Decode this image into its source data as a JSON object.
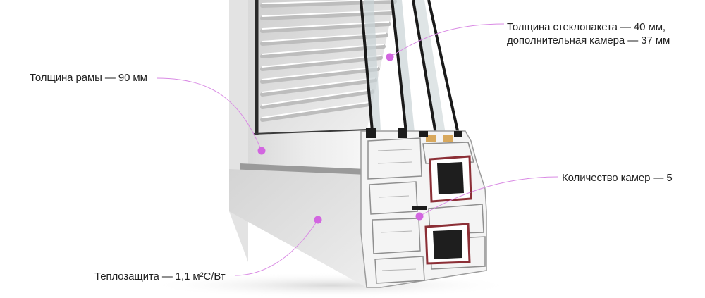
{
  "callouts": {
    "frame_thickness": "Толщина рамы — 90 мм",
    "glazing_line1": "Толщина стеклопакета — 40 мм,",
    "glazing_line2": "дополнительная камера — 37 мм",
    "chambers": "Количество камер — 5",
    "thermal": "Теплозащита — 1,1 м²С/Вт"
  },
  "colors": {
    "accent_dot": "#d266e0",
    "leader_line": "#d98ae4",
    "text": "#222222",
    "profile_white": "#f2f2f2",
    "gasket": "#1c1c1c",
    "steel_reinforcement": "#8c2f36",
    "spacer": "#d8a85c"
  }
}
